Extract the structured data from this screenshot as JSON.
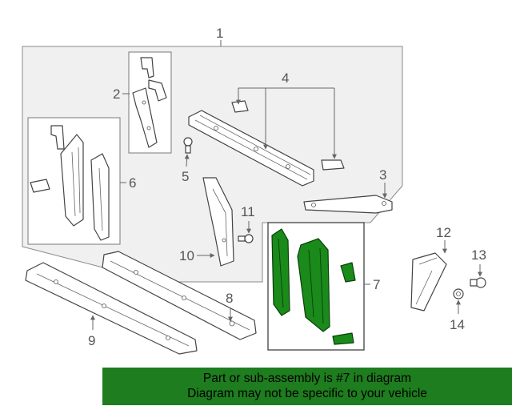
{
  "callouts": {
    "c1": "1",
    "c2": "2",
    "c3": "3",
    "c4": "4",
    "c5": "5",
    "c6": "6",
    "c7": "7",
    "c8": "8",
    "c9": "9",
    "c10": "10",
    "c11": "11",
    "c12": "12",
    "c13": "13",
    "c14": "14"
  },
  "banner": {
    "line1": "Part or sub-assembly is #7 in diagram",
    "line2": "Diagram may not be specific to your vehicle"
  },
  "colors": {
    "highlight_part": "#1a8a1a",
    "banner_background": "#1e7d1e"
  }
}
